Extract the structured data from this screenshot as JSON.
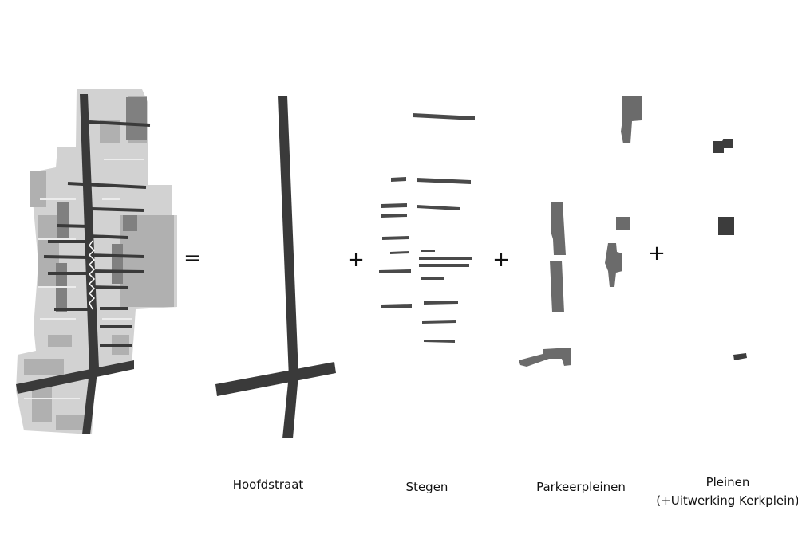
{
  "operators": {
    "equals": "=",
    "plus": "+"
  },
  "labels": {
    "hoofdstraat": "Hoofdstraat",
    "stegen": "Stegen",
    "parkeerpleinen": "Parkeerpleinen",
    "pleinen_line1": "Pleinen",
    "pleinen_line2": "(+Uitwerking Kerkplein)"
  },
  "colors": {
    "background": "#ffffff",
    "street": "#3a3a3a",
    "alley": "#4a4a4a",
    "parking": "#6b6b6b",
    "square": "#3c3c3c",
    "context_light": "#d4d4d4",
    "context_mid": "#a9a9a9",
    "context_dark": "#7a7a7a",
    "text": "#111111"
  }
}
